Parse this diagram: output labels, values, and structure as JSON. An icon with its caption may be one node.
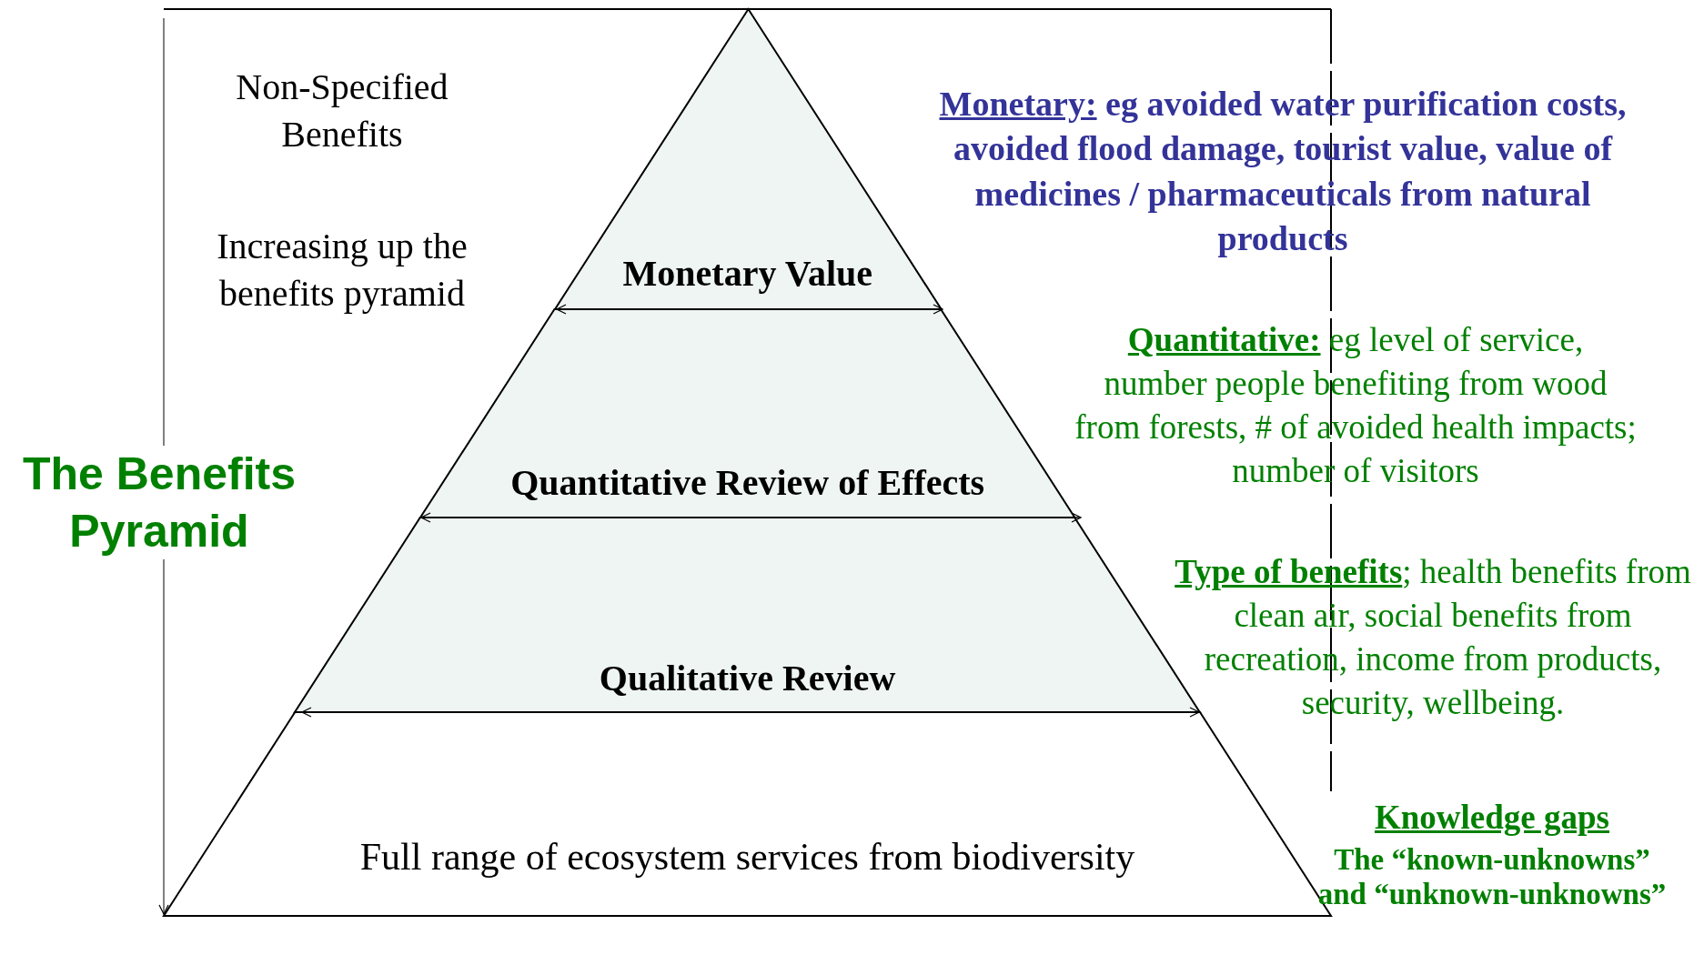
{
  "diagram": {
    "title": "The Benefits Pyramid",
    "nodes": [
      {
        "text": [
          "Monetary Value"
        ]
      },
      {
        "text": [
          "Quantitative Review of Effects"
        ]
      },
      {
        "text": [
          "Qualitative Review"
        ]
      },
      {
        "text": [
          "Full range of ecosystem services from biodiversity"
        ]
      }
    ],
    "labels": [
      "Non-Specified Benefits",
      "Increasing up the benefits pyramid",
      "**Monetary:** eg avoided water purification costs, avoided flood damage, tourist value, value of medicines / pharmaceuticals from natural products",
      "**Quantitative:** eg level of service, number people benefiting from wood from forests, # of avoided health impacts; number of visitors",
      "**Type of benefits**; health benefits from clean air, social benefits from recreation, income from products, security, wellbeing.",
      "Knowledge gaps",
      "The “known-unknowns” and “unknown-unknowns”"
    ]
  }
}
